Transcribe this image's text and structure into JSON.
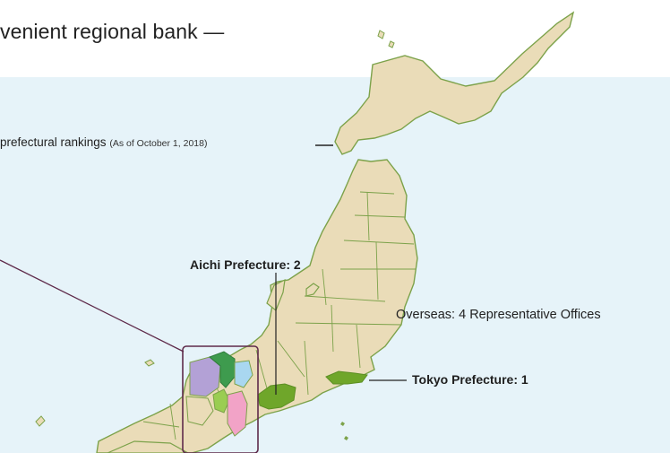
{
  "header": {
    "title": "venient regional bank —"
  },
  "map": {
    "rankings_label": "prefectural rankings",
    "rankings_date_note": "(As of October 1, 2018)",
    "rankings_dash": "—",
    "callouts": {
      "aichi": "Aichi Prefecture: 2",
      "tokyo": "Tokyo Prefecture: 1",
      "overseas": "Overseas: 4 Representative Offices"
    }
  },
  "colors": {
    "sea": "#e6f3f9",
    "land": "#eadcb8",
    "coast": "#7ca24a",
    "highlight_green": "#6fa62a",
    "highlight_dark_green": "#3e9b4e",
    "highlight_purple": "#b3a1d6",
    "highlight_blue": "#a9d7f0",
    "highlight_pink": "#f2a3c7",
    "highlight_lime": "#9acd52",
    "frame": "#5e2a4a"
  }
}
